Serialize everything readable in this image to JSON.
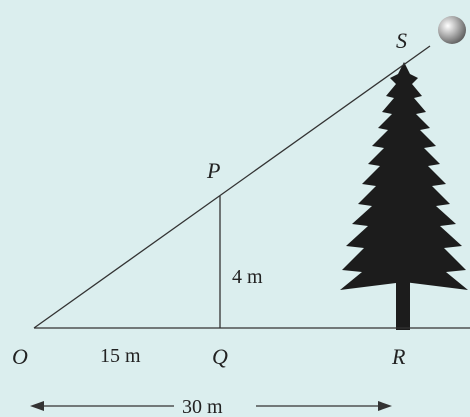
{
  "points": {
    "O": "O",
    "P": "P",
    "Q": "Q",
    "R": "R",
    "S": "S"
  },
  "measurements": {
    "OQ": "15 m",
    "PQ": "4 m",
    "OR": "30 m"
  },
  "colors": {
    "background": "#dbeeee",
    "line": "#333333",
    "tree": "#1c1c1c",
    "sun": "#9a9a9a"
  }
}
